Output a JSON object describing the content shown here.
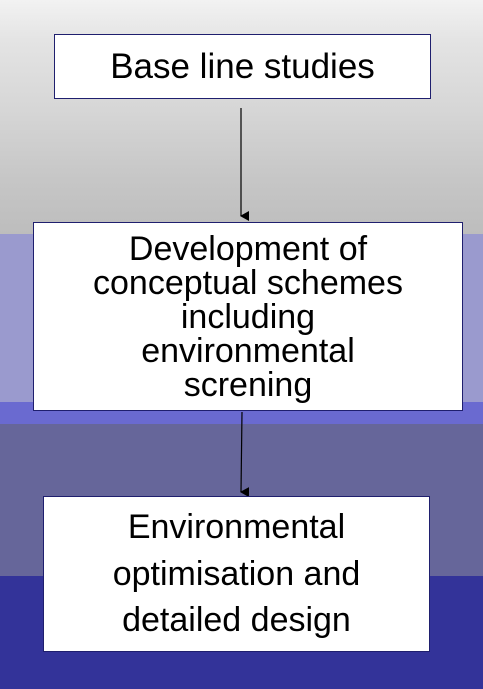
{
  "background": {
    "top_gray": "#ebebeb",
    "mid_gray": "#bfbfbf",
    "lavender": "#9a9ace",
    "periwinkle": "#6a6ad0",
    "slate_blue": "#66669a",
    "navy": "#333399"
  },
  "box_border_color": "#1f1f6e",
  "arrow_color": "#000000",
  "nodes": [
    {
      "id": "baseline",
      "label": "Base line studies"
    },
    {
      "id": "conceptual",
      "label": "Development of\nconceptual schemes\nincluding\nenvironmental\nscrening"
    },
    {
      "id": "optimisation",
      "label": "Environmental\noptimisation and\ndetailed design"
    }
  ]
}
